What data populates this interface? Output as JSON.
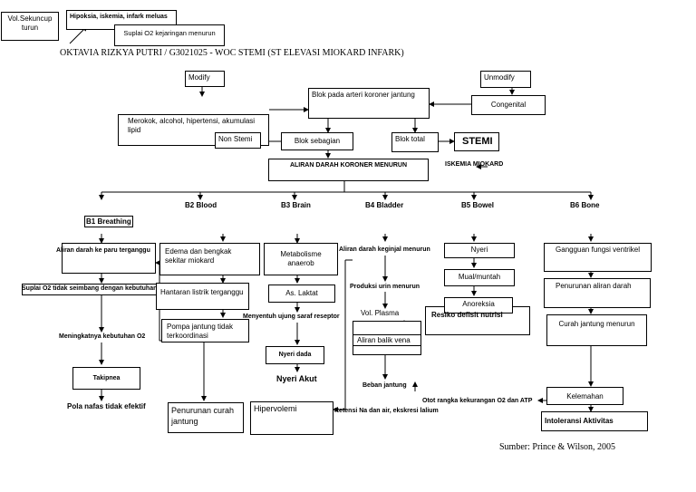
{
  "title": "OKTAVIA RIZKYA PUTRI / G3021025 -  WOC STEMI (ST ELEVASI MIOKARD INFARK)",
  "source": "Sumber: Prince & Wilson, 2005",
  "top": {
    "vol_sekuncup": "Vol.Sekuncup turun",
    "hipoksia": "Hipoksia, iskemia, infark meluas",
    "suplai_o2": "Suplai O2 kejaringan menurun"
  },
  "risk": {
    "modify": "Modify",
    "unmodify": "Unmodify",
    "blok_arteri": "Blok pada arteri koroner jantung",
    "congenital": "Congenital",
    "merokok": "Merokok, alcohol, hipertensi, akumulasi lipid",
    "non_stemi": "Non Stemi",
    "blok_sebagian": "Blok sebagian",
    "blok_total": "Blok total",
    "stemi": "STEMI",
    "aliran_darah": "ALIRAN DARAH KORONER MENURUN",
    "iskemia": "ISKEMIA MIOKARD"
  },
  "headers": {
    "b1": "B1 Breathing",
    "b2": "B2 Blood",
    "b3": "B3 Brain",
    "b4": "B4 Bladder",
    "b5": "B5 Bowel",
    "b6": "B6 Bone"
  },
  "b1": {
    "aliran_paru": "Aliran darah ke paru terganggu",
    "suplai_tidak_seimbang": "Suplai O2 tidak seimbang dengan kebutuhan tubuh",
    "meningkatnya": "Meningkatnya kebutuhan O2",
    "takipnea": "Takipnea",
    "pola_nafas": "Pola nafas tidak efektif"
  },
  "b2": {
    "edema": "Edema dan bengkak sekitar miokard",
    "hantaran": "Hantaran listrik terganggu",
    "pompa": "Pompa jantung tidak terkoordinasi",
    "penurunan_curah": "Penurunan curah jantung",
    "hipervolemi": "Hipervolemi"
  },
  "b3": {
    "metabolisme": "Metabolisme anaerob",
    "laktat": "As. Laktat",
    "menyentuh": "Menyentuh ujung saraf reseptor",
    "nyeri_dada": "Nyeri dada",
    "nyeri_akut": "Nyeri Akut"
  },
  "b4": {
    "aliran_ginjal": "Aliran darah keginjal menurun",
    "produksi_urin": "Produksi urin menurun",
    "vol_plasma": "Vol. Plasma",
    "aliran_balik": "Aliran balik vena",
    "beban_jantung": "Beban jantung",
    "retensi": "Retensi Na dan air, ekskresi lalium"
  },
  "b5": {
    "nyeri": "Nyeri",
    "mual": "Mual/muntah",
    "anoreksia": "Anoreksia",
    "resiko_defisit": "Resiko defisit nutrisi"
  },
  "b6": {
    "gangguan_fungsi": "Gangguan fungsi ventrikel",
    "penurunan_aliran": "Penurunan aliran darah",
    "curah_jantung_menurun": "Curah jantung menurun",
    "kelemahan": "Kelemahan",
    "otot_rangka": "Otot rangka kekurangan O2 dan ATP",
    "intoleransi": "Intoleransi Aktivitas"
  }
}
